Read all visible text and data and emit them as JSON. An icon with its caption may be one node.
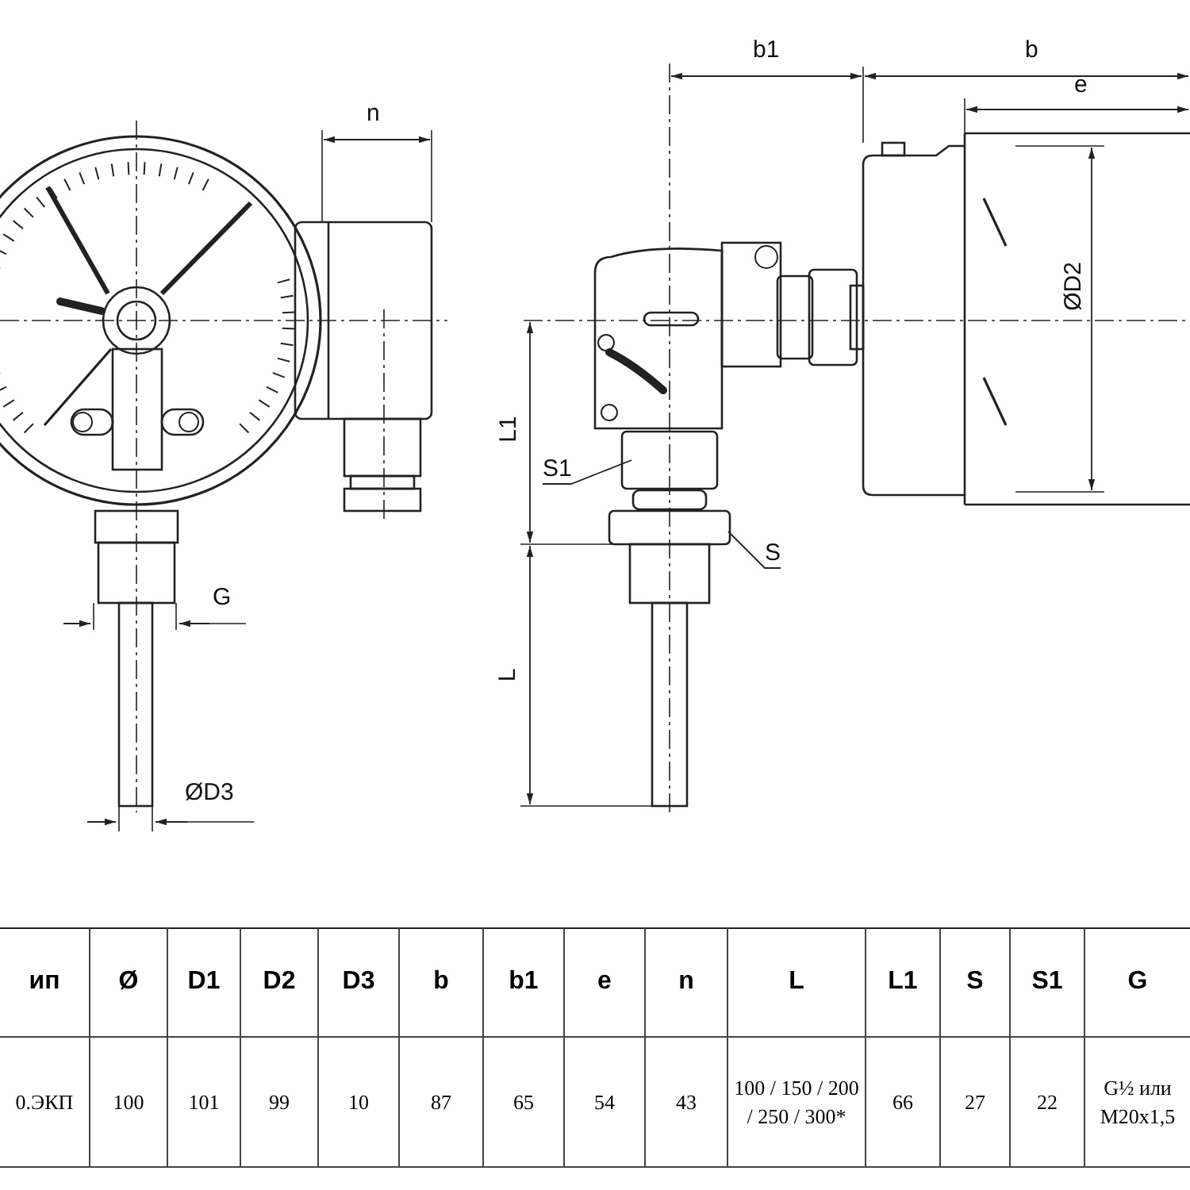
{
  "diagram": {
    "nodes": [
      {
        "text": [
          "S1"
        ]
      },
      {
        "text": [
          "S"
        ]
      }
    ],
    "edges": [
      {
        "from": 0,
        "to": null,
        "arrow": "none"
      },
      {
        "from": 1,
        "to": null,
        "arrow": "none"
      }
    ],
    "labels": [
      "b1",
      "b",
      "e",
      "n",
      "ØD2",
      "L1",
      "G",
      "L",
      "ØD3",
      "ип",
      "Ø",
      "D1",
      "D2",
      "D3",
      "b",
      "b1",
      "e",
      "n",
      "L",
      "L1",
      "S",
      "S1",
      "G",
      "0.ЭКП",
      "100",
      "101",
      "99",
      "10",
      "87",
      "65",
      "54",
      "43",
      "100 / 150 / 200 / 250 / 300*",
      "66",
      "27",
      "22",
      "G½ или M20x1,5"
    ]
  }
}
